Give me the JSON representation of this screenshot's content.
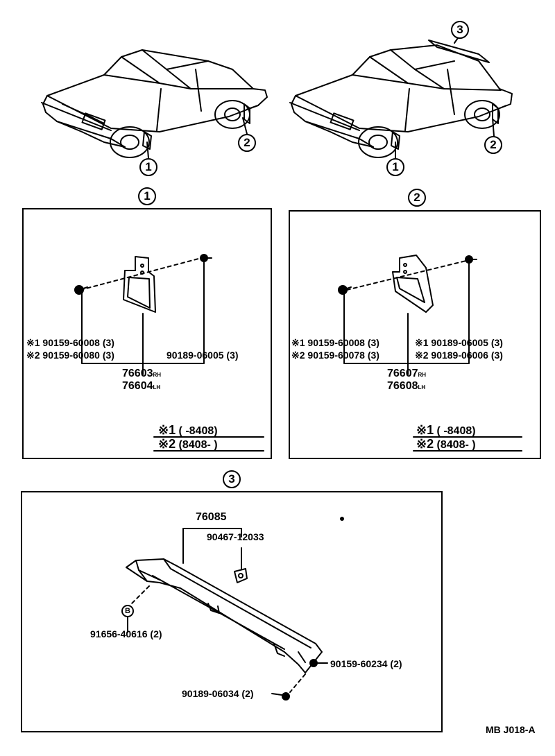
{
  "callouts": {
    "one": "1",
    "two": "2",
    "three": "3"
  },
  "panel1": {
    "bolt_a_line1": "※1 90159-60008 (3)",
    "bolt_a_line2": "※2 90159-60080 (3)",
    "screw": "90189-06005 (3)",
    "part_rh": "76603",
    "part_rh_side": "RH",
    "part_lh": "76604",
    "part_lh_side": "LH",
    "legend1_mark": "※1",
    "legend1_text": "(       -8408)",
    "legend2_mark": "※2",
    "legend2_text": "(8408-       )"
  },
  "panel2": {
    "bolt_a_line1": "※1 90159-60008 (3)",
    "bolt_a_line2": "※2 90159-60078 (3)",
    "screw_line1": "※1 90189-06005 (3)",
    "screw_line2": "※2 90189-06006 (3)",
    "part_rh": "76607",
    "part_rh_side": "RH",
    "part_lh": "76608",
    "part_lh_side": "LH",
    "legend1_mark": "※1",
    "legend1_text": "(       -8408)",
    "legend2_mark": "※2",
    "legend2_text": "(8408-       )"
  },
  "panel3": {
    "spoiler": "76085",
    "nut": "90467-12033",
    "grommet_mark": "B",
    "grommet": "91656-40616 (2)",
    "bolt": "90159-60234 (2)",
    "clip": "90189-06034 (2)"
  },
  "footer": {
    "code": "MB J018-A"
  }
}
